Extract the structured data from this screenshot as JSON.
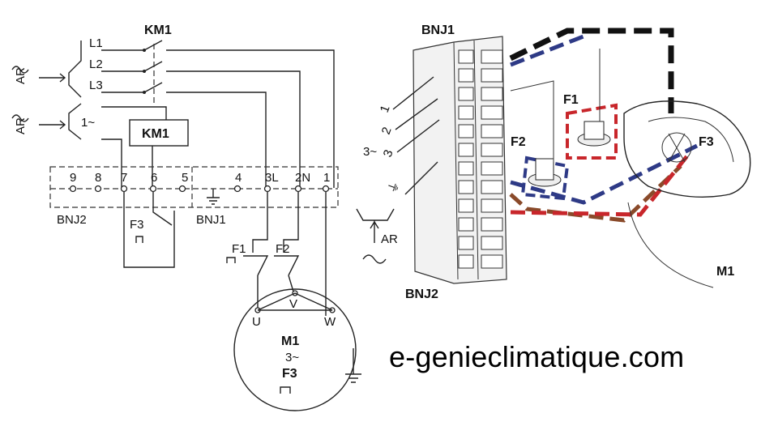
{
  "schematic": {
    "contactor_label": "KM1",
    "coil_label": "KM1",
    "phase_labels": [
      "L1",
      "L2",
      "L3"
    ],
    "single_phase_label": "1~",
    "supply_labels": [
      "AR",
      "AR"
    ],
    "terminal_numbers": [
      "9",
      "8",
      "7",
      "6",
      "5",
      "4",
      "3L",
      "2N",
      "1"
    ],
    "strip_left_label": "BNJ2",
    "strip_right_label": "BNJ1",
    "f3_contact_label": "F3",
    "fuse_labels": [
      "F1",
      "F2"
    ],
    "motor_terminals": [
      "U",
      "V",
      "W"
    ],
    "motor_label": "M1",
    "motor_phase": "3~",
    "motor_protector": "F3"
  },
  "wiring_view": {
    "block_top_label": "BNJ1",
    "block_bottom_label": "BNJ2",
    "numbers": [
      "1",
      "2",
      "3"
    ],
    "three_phase_label": "3~",
    "supply_label": "AR",
    "component_labels": [
      "F1",
      "F2",
      "F3"
    ],
    "motor_label": "M1",
    "colors": {
      "blue": "#2e3a86",
      "red": "#c8262b",
      "brown": "#8a4a2a",
      "black": "#111111"
    }
  },
  "watermark": "e-genieclimatique.com"
}
